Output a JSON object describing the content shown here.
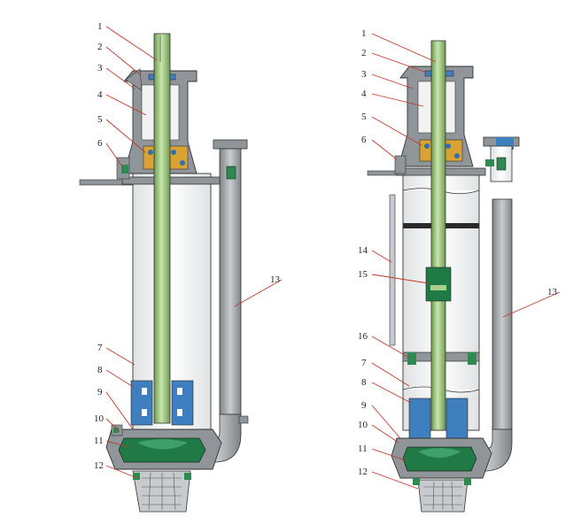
{
  "colors": {
    "shaft": "#a9cf8c",
    "shaft_dark": "#6f9a52",
    "casing": "#8f9599",
    "casing_light": "#c7cbcd",
    "impeller": "#1f7a45",
    "bearing": "#d9a233",
    "blue_part": "#3f7fc0",
    "leader": "#c0392b",
    "outline": "#333333"
  },
  "left_pump": {
    "labels": [
      "1",
      "2",
      "3",
      "4",
      "5",
      "6",
      "7",
      "8",
      "9",
      "10",
      "11",
      "12",
      "13"
    ]
  },
  "right_pump": {
    "labels": [
      "1",
      "2",
      "3",
      "4",
      "5",
      "6",
      "14",
      "15",
      "16",
      "7",
      "8",
      "9",
      "10",
      "11",
      "12",
      "13"
    ]
  }
}
